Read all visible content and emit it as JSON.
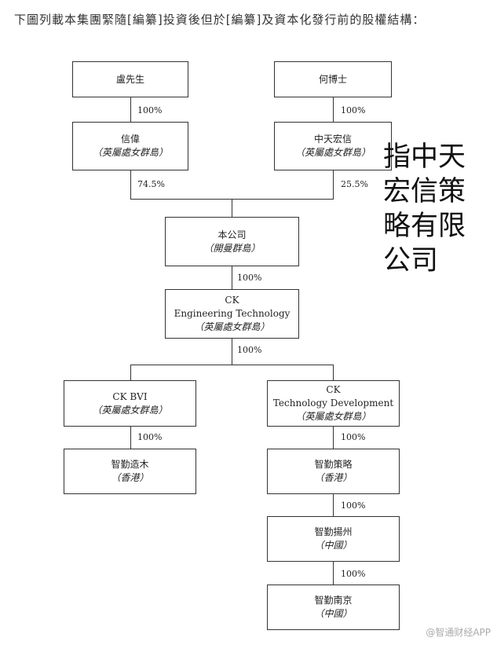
{
  "title": "下圖列載本集團緊隨[編纂]投資後但於[編纂]及資本化發行前的股權結構：",
  "nodes": {
    "lu": {
      "line1": "盧先生"
    },
    "he": {
      "line1": "何博士"
    },
    "xinwei": {
      "line1": "信偉",
      "jur": "（英屬處女群島）"
    },
    "zhongtian": {
      "line1": "中天宏信",
      "jur": "（英屬處女群島）"
    },
    "company": {
      "line1": "本公司",
      "jur": "（開曼群島）"
    },
    "ck_eng": {
      "line1": "CK",
      "line2": "Engineering Technology",
      "jur": "（英屬處女群島）"
    },
    "ck_bvi": {
      "line1": "CK BVI",
      "jur": "（英屬處女群島）"
    },
    "ck_tech": {
      "line1": "CK",
      "line2": "Technology Development",
      "jur": "（英屬處女群島）"
    },
    "zhiqin_zaomu": {
      "line1": "智勤造木",
      "jur": "（香港）"
    },
    "zhiqin_celue": {
      "line1": "智勤策略",
      "jur": "（香港）"
    },
    "zhiqin_yangzhou": {
      "line1": "智勤揚州",
      "jur": "（中國）"
    },
    "zhiqin_nanjing": {
      "line1": "智勤南京",
      "jur": "（中國）"
    }
  },
  "percentages": {
    "lu_xinwei": "100%",
    "he_zhongtian": "100%",
    "xinwei_company": "74.5%",
    "zhongtian_company": "25.5%",
    "company_ckeng": "100%",
    "ckeng_children": "100%",
    "ckbvi_zaomu": "100%",
    "cktech_celue": "100%",
    "celue_yangzhou": "100%",
    "yangzhou_nanjing": "100%"
  },
  "annotation": "指中天\n宏信策\n略有限\n公司",
  "watermark": "@智通财经APP"
}
